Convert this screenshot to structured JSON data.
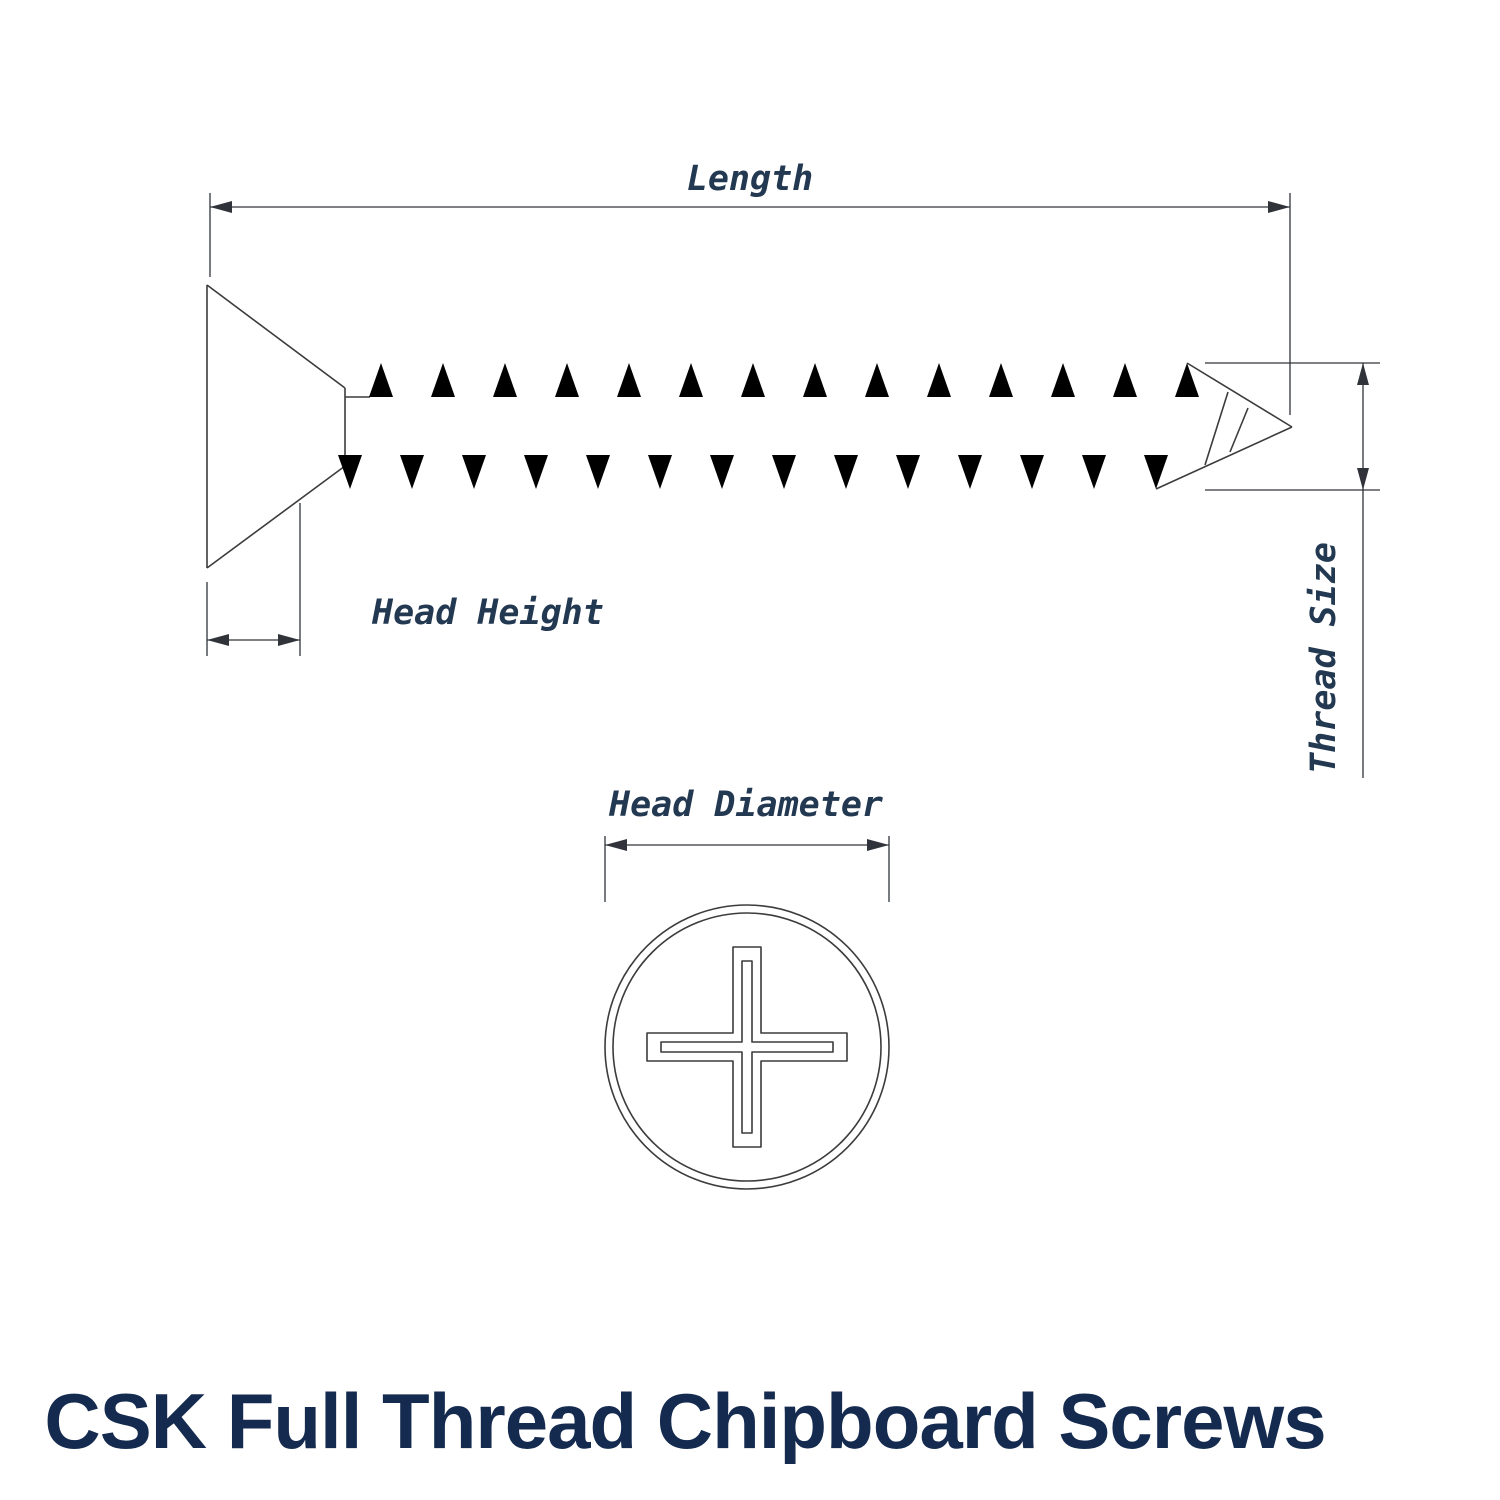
{
  "title": "CSK Full Thread Chipboard Screws",
  "diagram": {
    "labels": {
      "length": "Length",
      "head_height": "Head Height",
      "thread_size": "Thread Size",
      "head_diameter": "Head Diameter"
    }
  },
  "colors": {
    "line": "#3c3c3c",
    "dim": "#30343a",
    "label_text": "#233952",
    "title_text": "#142a4e"
  }
}
